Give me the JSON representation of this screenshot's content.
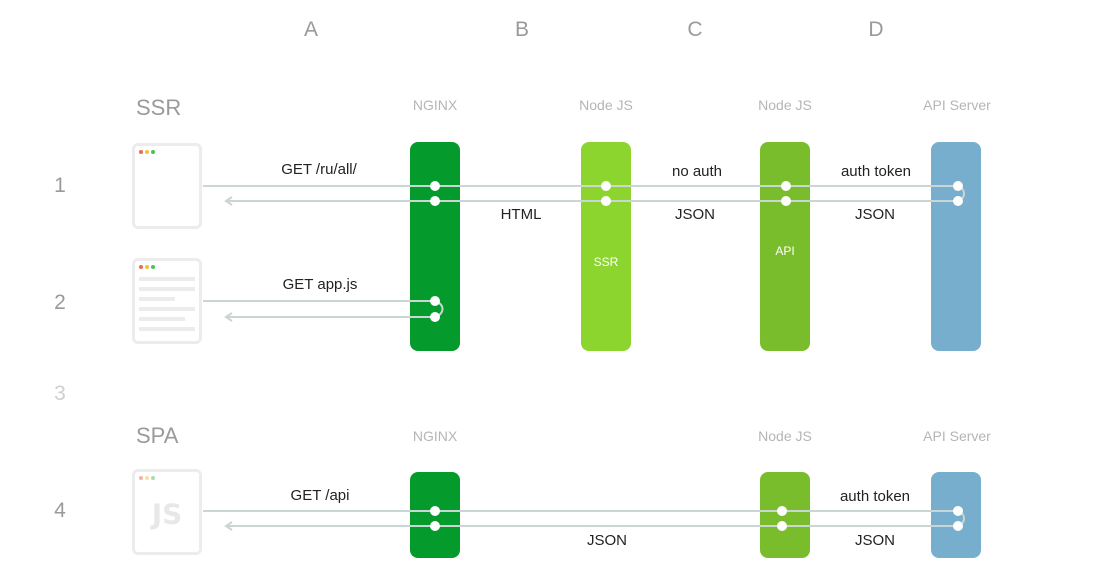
{
  "columns": [
    "A",
    "B",
    "C",
    "D"
  ],
  "rows": [
    "1",
    "2",
    "3",
    "4"
  ],
  "ssr": {
    "title": "SSR",
    "components": [
      "NGINX",
      "Node JS",
      "Node JS",
      "API Server"
    ],
    "pills": {
      "ssr": "SSR",
      "api": "API"
    },
    "row1": {
      "request": "GET /ru/all/",
      "html": "HTML",
      "no_auth": "no auth",
      "json_c": "JSON",
      "auth_token": "auth token",
      "json_d": "JSON"
    },
    "row2": {
      "request": "GET app.js"
    }
  },
  "spa": {
    "title": "SPA",
    "components": [
      "NGINX",
      "Node JS",
      "API Server"
    ],
    "client_icon": "JS",
    "row4": {
      "request": "GET /api",
      "json_bc": "JSON",
      "auth_token": "auth token",
      "json_d": "JSON"
    }
  },
  "colors": {
    "nginx": "#059a2c",
    "node_ssr": "#8bd52e",
    "node_api": "#7abd2c",
    "api_server": "#78aecd",
    "line": "#c9d6d3",
    "label": "#9a9a9a"
  }
}
